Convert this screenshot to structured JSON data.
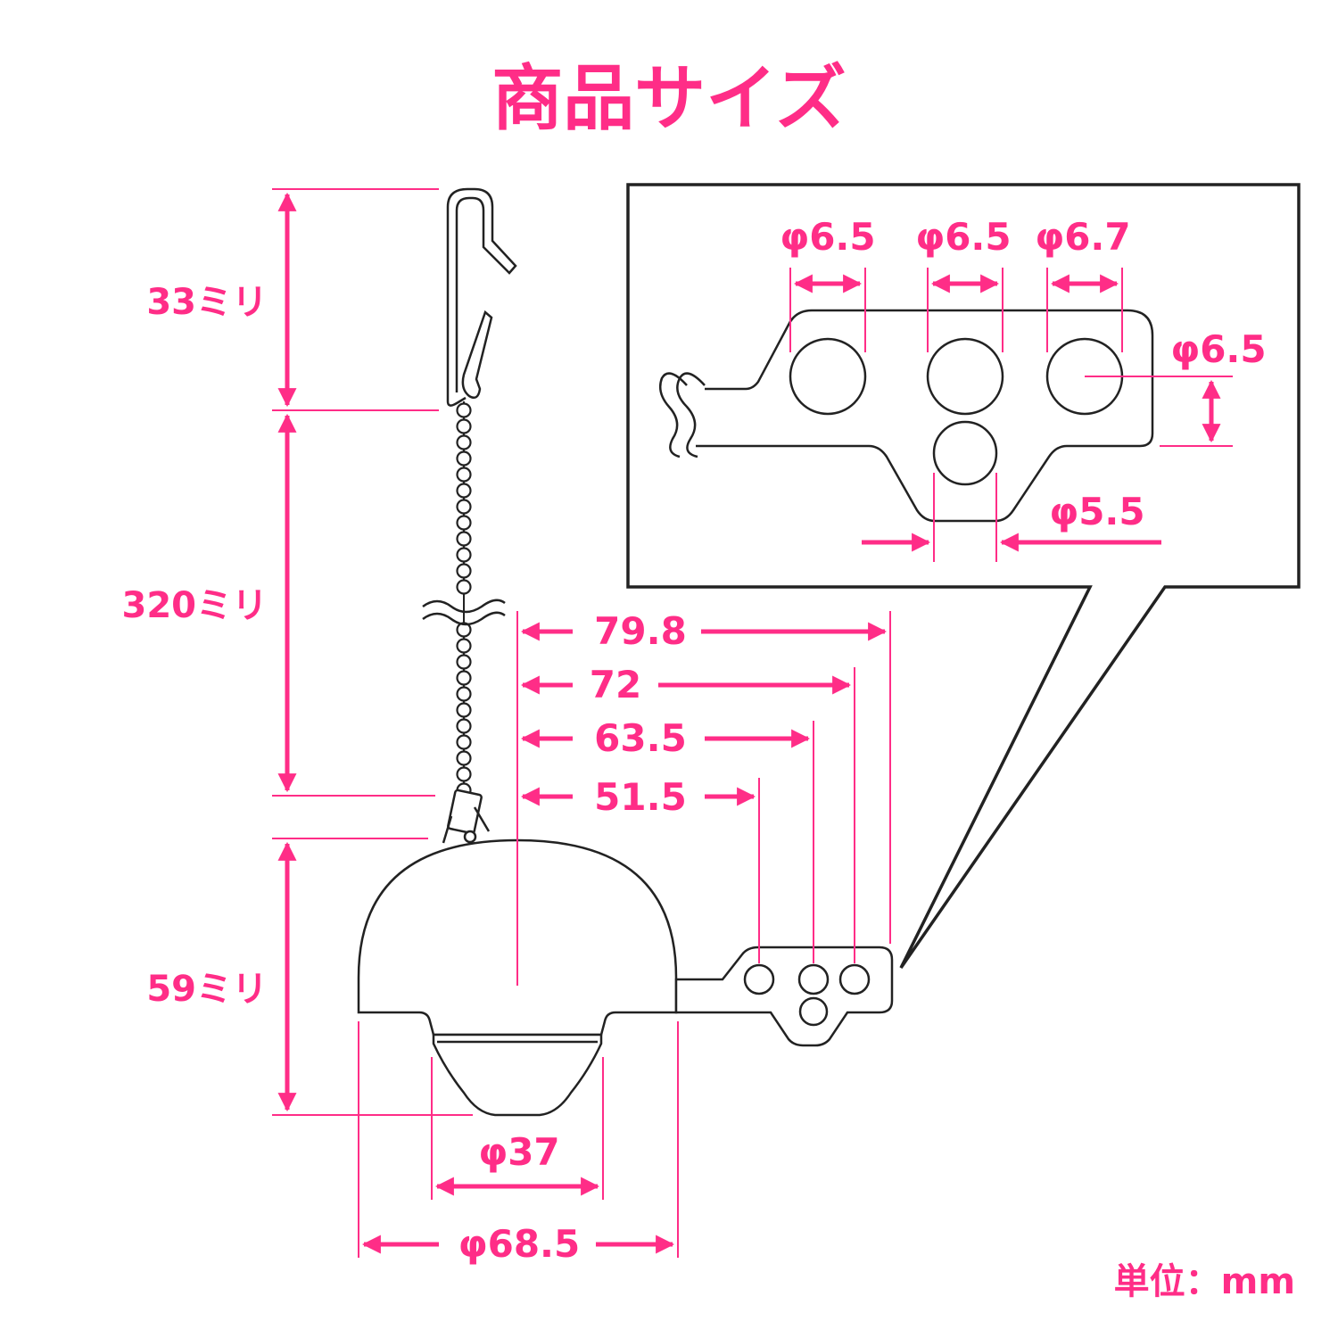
{
  "title": "商品サイズ",
  "unit_label": "単位：mm",
  "colors": {
    "accent": "#ff2d87",
    "outline": "#222222"
  },
  "heights": {
    "hook": "33ミリ",
    "chain": "320ミリ",
    "float": "59ミリ"
  },
  "horizontal": {
    "d1": "79.8",
    "d2": "72",
    "d3": "63.5",
    "d4": "51.5"
  },
  "bottom": {
    "inner": "φ37",
    "outer": "φ68.5"
  },
  "inset": {
    "hole1": "φ6.5",
    "hole2": "φ6.5",
    "hole3": "φ6.7",
    "hole_right": "φ6.5",
    "hole_bottom": "φ5.5"
  }
}
